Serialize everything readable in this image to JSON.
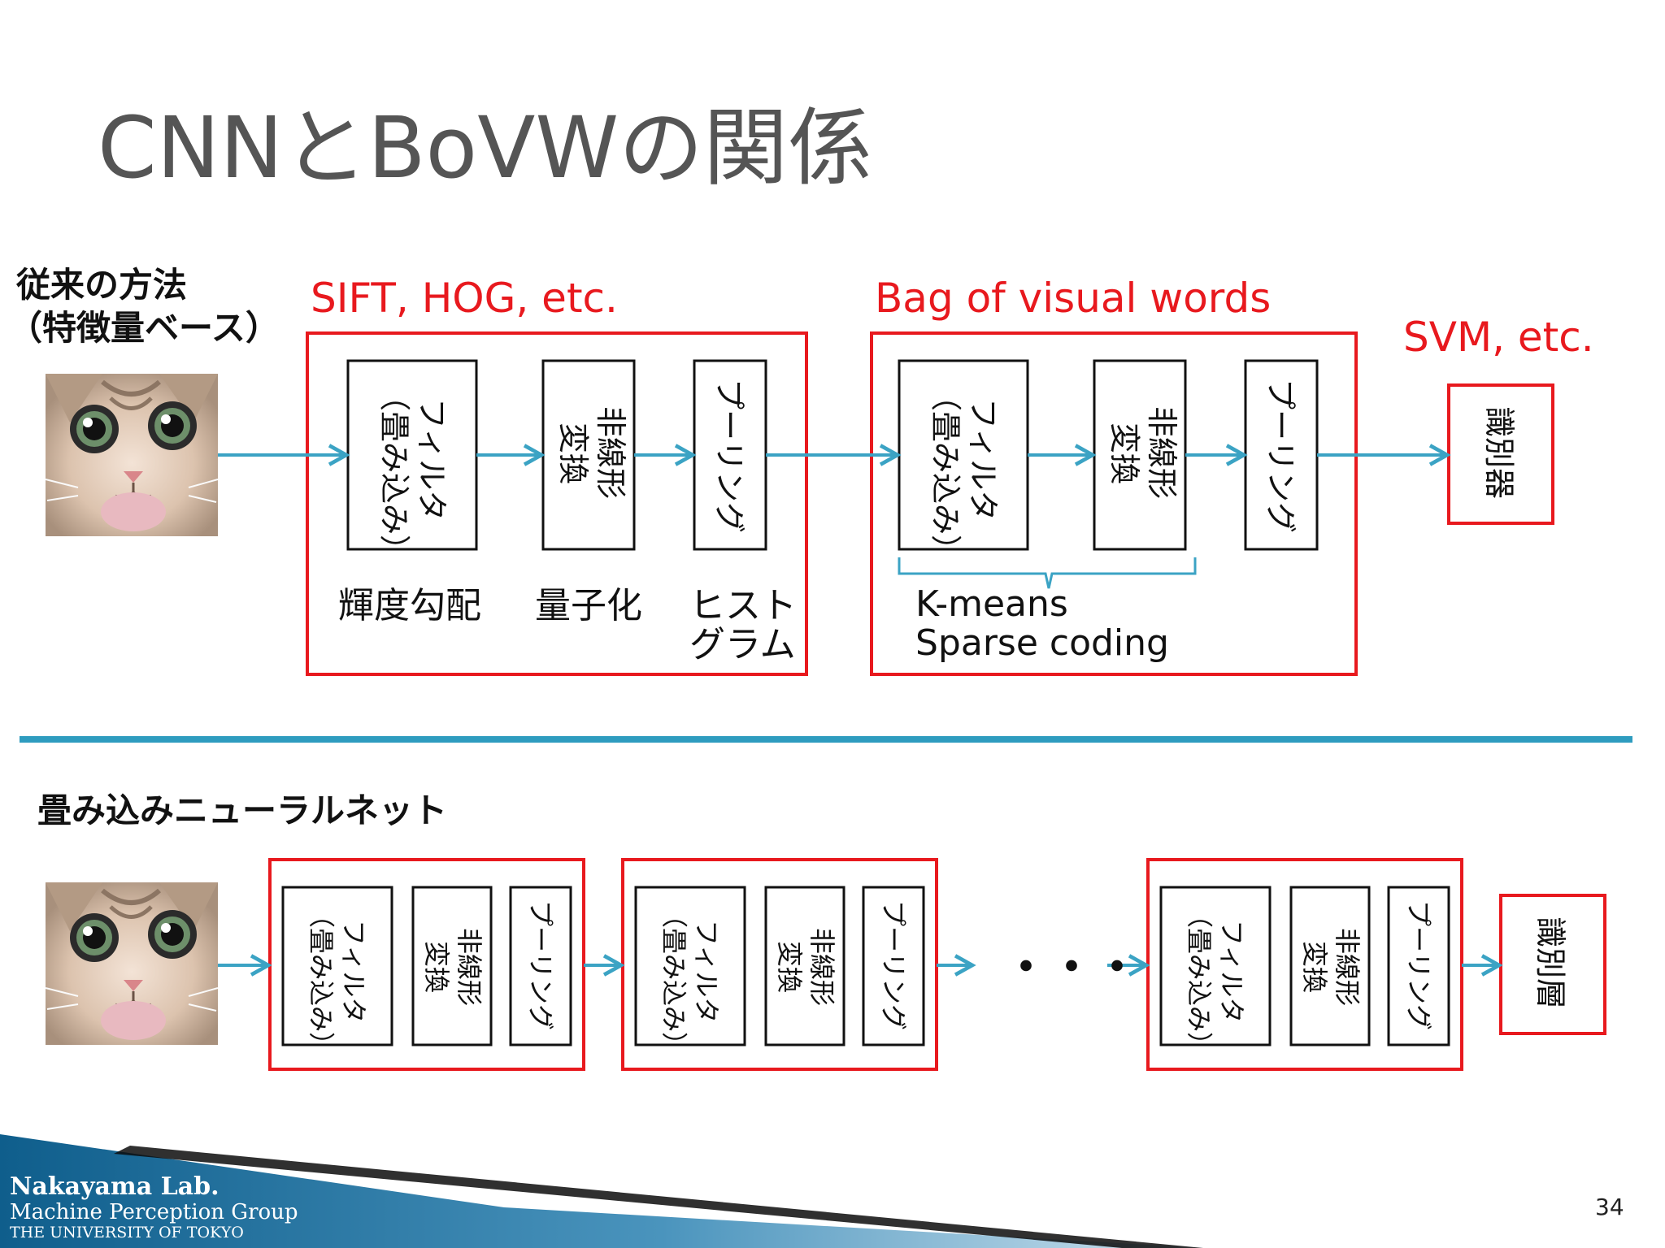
{
  "slide": {
    "title": "CNNとBoVWの関係",
    "page_number": "34"
  },
  "traditional": {
    "heading_line1": "従来の方法",
    "heading_line2": "（特徴量ベース）",
    "group1_label": "SIFT, HOG, etc.",
    "group2_label": "Bag of visual words",
    "svm_label": "SVM, etc.",
    "stage_filter_col1": "フィルタ",
    "stage_filter_col2": "（畳み込み）",
    "stage_nonlinear_col1": "非線形",
    "stage_nonlinear_col2": "変換",
    "stage_pooling": "プーリング",
    "classifier": "識別器",
    "caption_gradient": "輝度勾配",
    "caption_quantize": "量子化",
    "caption_histogram_line1": "ヒスト",
    "caption_histogram_line2": "グラム",
    "caption_kmeans": "K-means",
    "caption_sparse": "Sparse coding"
  },
  "cnn": {
    "heading": "畳み込みニューラルネット",
    "ellipsis": "・・・",
    "classifier_layer": "識別層"
  },
  "footer": {
    "lab_name": "Nakayama Lab.",
    "group_name": "Machine Perception Group",
    "university": "THE UNIVERSITY OF TOKYO"
  },
  "colors": {
    "accent_red": "#e8191e",
    "arrow_blue": "#3ba3c4",
    "divider_blue": "#2e9cbf",
    "footer_blue": "#1a6f9e"
  }
}
